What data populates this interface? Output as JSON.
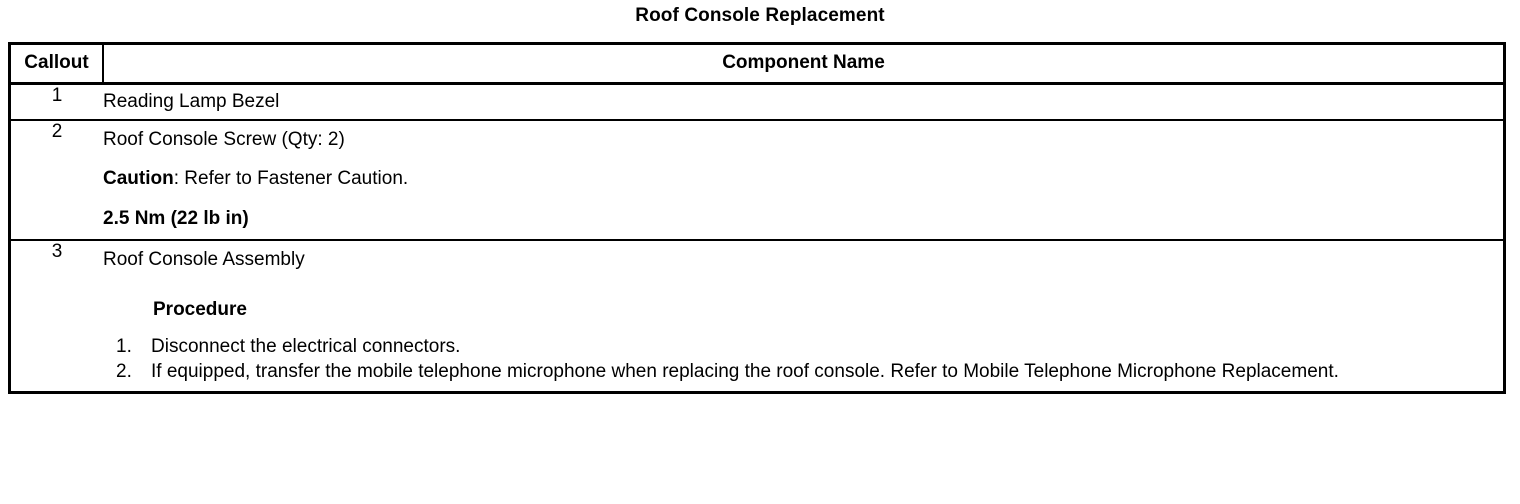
{
  "document": {
    "title": "Roof Console Replacement"
  },
  "table": {
    "headers": {
      "callout": "Callout",
      "component": "Component Name"
    },
    "rows": [
      {
        "callout": "1",
        "name": "Reading Lamp Bezel"
      },
      {
        "callout": "2",
        "name": "Roof Console Screw (Qty: 2)",
        "caution_label": "Caution",
        "caution_text": ": Refer to Fastener Caution.",
        "torque": "2.5 Nm (22 lb in)"
      },
      {
        "callout": "3",
        "name": "Roof Console Assembly",
        "procedure_heading": "Procedure",
        "steps": [
          {
            "num": "1.",
            "text": "Disconnect the electrical connectors."
          },
          {
            "num": "2.",
            "text": "If equipped, transfer the mobile telephone microphone when replacing the roof console. Refer to Mobile Telephone Microphone Replacement."
          }
        ]
      }
    ]
  }
}
